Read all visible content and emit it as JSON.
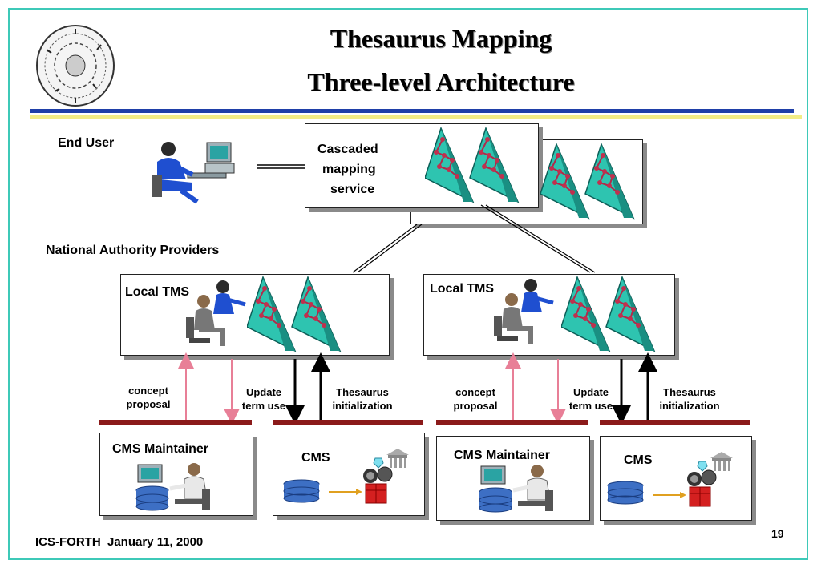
{
  "slide": {
    "title_line1": "Thesaurus Mapping",
    "title_line2": "Three-level Architecture",
    "footer": "ICS-FORTH  January 11, 2000",
    "page_number": "19"
  },
  "labels": {
    "end_user": "End User",
    "cascaded_line1": "Cascaded",
    "cascaded_line2": "mapping",
    "cascaded_line3": "service",
    "national": "National Authority Providers",
    "local_tms": "Local TMS",
    "concept_line1": "concept",
    "concept_line2": "proposal",
    "update_line1": "Update",
    "update_line2": "term use",
    "thes_line1": "Thesaurus",
    "thes_line2": "initialization",
    "cms_maintainer": "CMS Maintainer",
    "cms": "CMS"
  },
  "colors": {
    "frame": "#3ec9b8",
    "rule_blue": "#1f3fa8",
    "rule_yellow": "#f2ec86",
    "thesaurus_teal": "#2ec4b0",
    "bar": "#8b1a1a",
    "pink_arrow": "#e87f97",
    "database_blue": "#3d6fc4"
  },
  "icons": [
    "seal-icon",
    "user-at-computer-icon",
    "thesaurus-triangle-icon",
    "operators-icon",
    "maintainer-icon",
    "database-icon",
    "converter-icon"
  ]
}
